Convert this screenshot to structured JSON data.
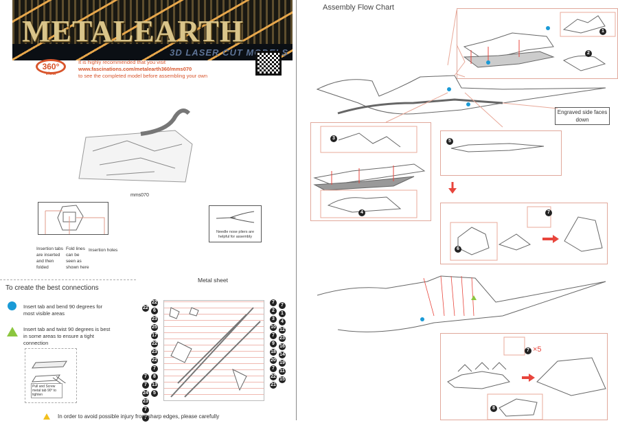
{
  "header": {
    "logo_text": "METALEARTH",
    "tagline": "3D LASER CUT MODELS",
    "view_360": {
      "top": "360°",
      "bottom": "view"
    },
    "visit_line1": "It is highly recommended that you visit",
    "visit_url": "www.fascinations.com/metalearth360/mms070",
    "visit_line3": "to see the completed model before assembling your own"
  },
  "model_caption": "mms070",
  "tab_diagram": {
    "label_tabs": "Insertion tabs are inserted and then folded",
    "label_fold": "Fold lines can be seen as shown here",
    "label_holes": "Insertion holes"
  },
  "pliers_note": "Needle nose pliers are helpful for assembly",
  "connections": {
    "title": "To create the best connections",
    "bend": "Insert tab and bend 90 degrees for most visible areas",
    "twist": "Insert tab and twist 90 degrees is best in some areas to ensure a tight connection",
    "pull_note": "Pull and Screw metal tab 90° to tighten",
    "bend_color": "#1a9ad6",
    "twist_color": "#8cc63f"
  },
  "metal_sheet": {
    "title": "Metal sheet",
    "left_numbers": [
      "22",
      "22",
      "6",
      "23",
      "25",
      "17",
      "22",
      "23",
      "22",
      "7",
      "8",
      "13",
      "5",
      "7",
      "7",
      "24",
      "23",
      "7",
      "7"
    ],
    "right_numbers": [
      "7",
      "7",
      "2",
      "1",
      "3",
      "4",
      "10",
      "12",
      "7",
      "23",
      "9",
      "16",
      "18",
      "14",
      "20",
      "19",
      "7",
      "11",
      "22",
      "15",
      "21"
    ]
  },
  "warning": "In order to avoid possible injury from sharp edges, please carefully",
  "flow": {
    "title": "Assembly Flow Chart",
    "engraved_label": "Engraved side faces down",
    "steps": [
      "1",
      "2",
      "3",
      "4",
      "5",
      "6",
      "7",
      "8"
    ],
    "multiplier": "×5",
    "accent": "#e8453c"
  }
}
